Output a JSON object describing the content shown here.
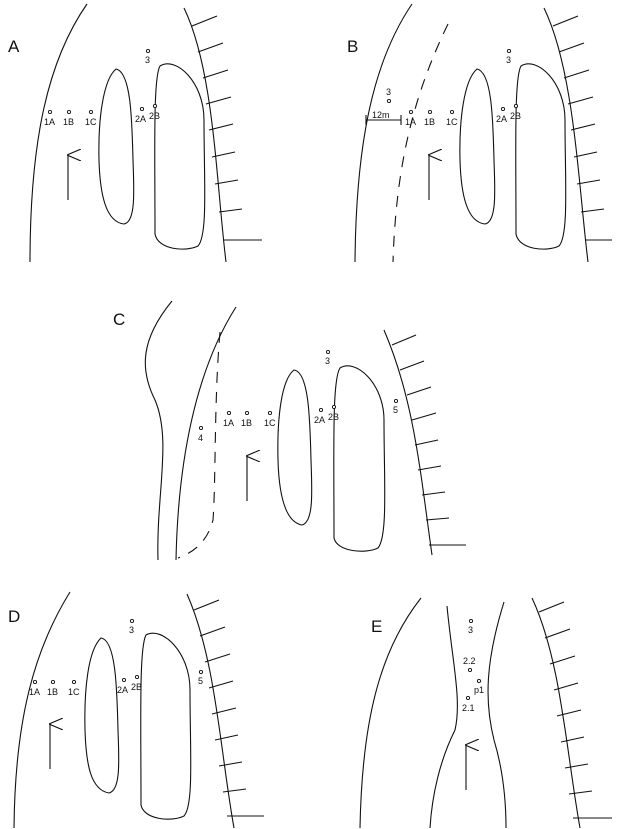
{
  "colors": {
    "ink": "#111111",
    "background": "#ffffff"
  },
  "panels": {
    "A": {
      "letter": "A",
      "sites": {
        "s1A": "1A",
        "s1B": "1B",
        "s1C": "1C",
        "s2A": "2A",
        "s2B": "2B",
        "s3": "3"
      }
    },
    "B": {
      "letter": "B",
      "distance": "12m",
      "sites": {
        "s1A": "1A",
        "s1B": "1B",
        "s1C": "1C",
        "s2A": "2A",
        "s2B": "2B",
        "s3a": "3",
        "s3b": "3"
      }
    },
    "C": {
      "letter": "C",
      "sites": {
        "s1A": "1A",
        "s1B": "1B",
        "s1C": "1C",
        "s2A": "2A",
        "s2B": "2B",
        "s3": "3",
        "s4": "4",
        "s5": "5"
      }
    },
    "D": {
      "letter": "D",
      "sites": {
        "s1A": "1A",
        "s1B": "1B",
        "s1C": "1C",
        "s2A": "2A",
        "s2B": "2B",
        "s3": "3",
        "s5": "5"
      }
    },
    "E": {
      "letter": "E",
      "sites": {
        "s3": "3",
        "s22": "2.2",
        "sp1": "p1",
        "s21": "2.1"
      }
    }
  }
}
